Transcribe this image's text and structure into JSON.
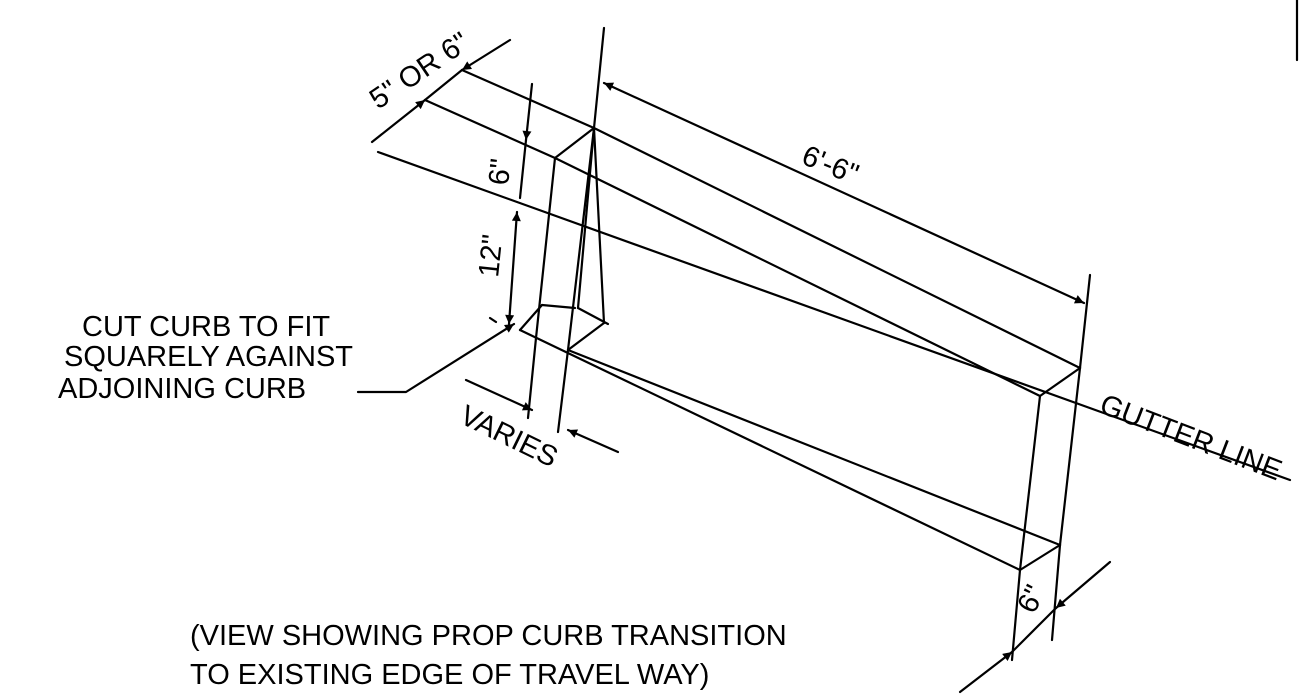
{
  "notes": {
    "cut_curb_line1": "CUT CURB TO FIT",
    "cut_curb_line2": "SQUARELY AGAINST",
    "cut_curb_line3": "ADJOINING CURB",
    "view_caption_line1": "(VIEW SHOWING PROP CURB TRANSITION",
    "view_caption_line2": "TO EXISTING EDGE OF TRAVEL WAY)",
    "gutter_line": "GUTTER LINE"
  },
  "dimensions": {
    "curb_width": "5\" OR 6\"",
    "top_height": "6\"",
    "lower_height": "12\"",
    "length": "6'-6\"",
    "varies": "VARIES",
    "end_width": "6\""
  }
}
